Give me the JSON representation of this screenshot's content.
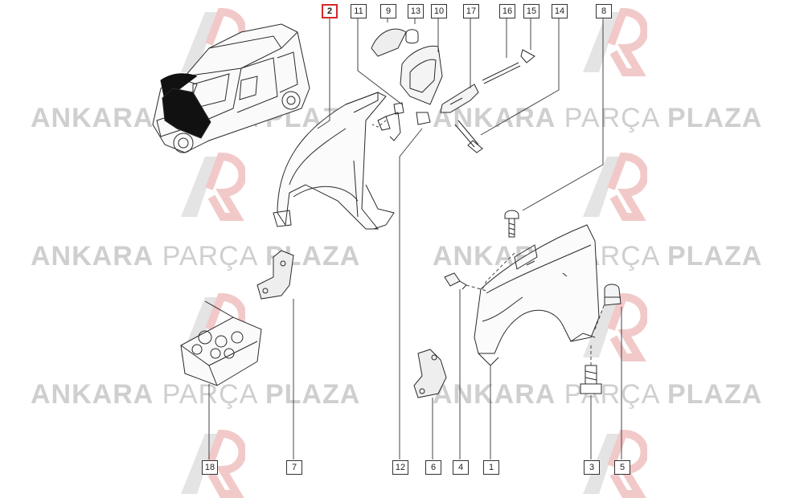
{
  "diagram": {
    "callouts_top": [
      "2",
      "11",
      "9",
      "13",
      "10",
      "17",
      "16",
      "15",
      "14",
      "8"
    ],
    "callouts_bottom": [
      "18",
      "7",
      "12",
      "6",
      "4",
      "1",
      "3",
      "5"
    ],
    "highlighted": "2"
  },
  "watermark": {
    "word1": "ANKARA",
    "word2": "PARÇA",
    "word3": "PLAZA",
    "logo_colors": {
      "red": "#f2c9c9",
      "grey": "#e4e4e4"
    }
  }
}
